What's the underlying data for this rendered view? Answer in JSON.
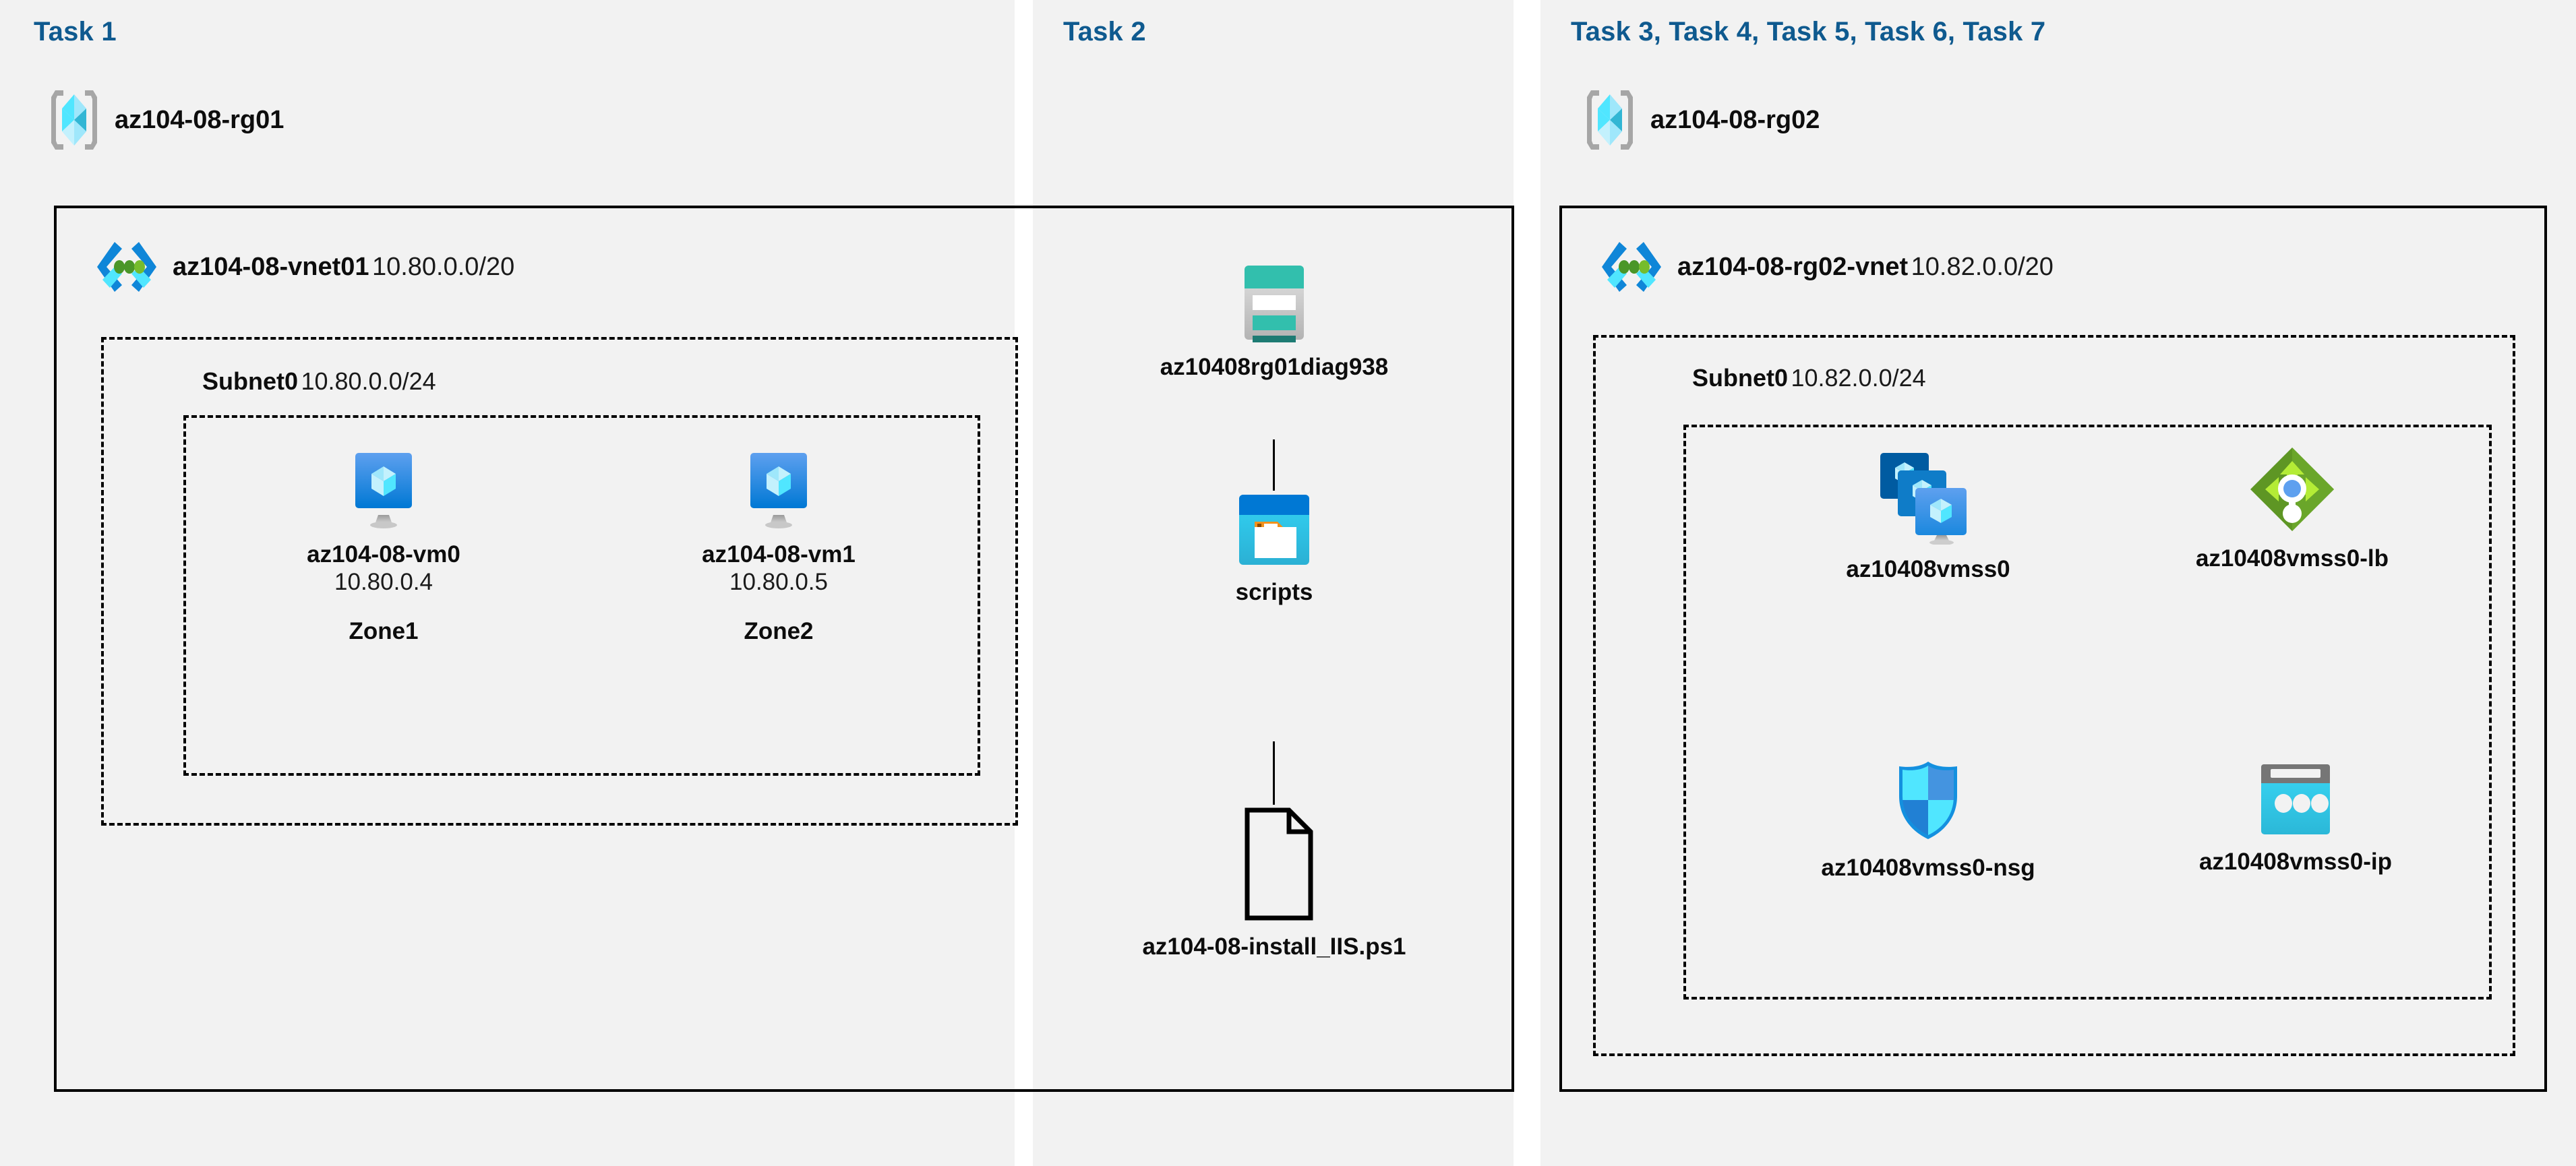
{
  "columns": [
    {
      "id": "task1",
      "title": "Task 1"
    },
    {
      "id": "task2",
      "title": "Task 2"
    },
    {
      "id": "task3",
      "title": "Task 3, Task 4, Task 5, Task 6, Task 7"
    }
  ],
  "task1": {
    "resource_group": {
      "name": "az104-08-rg01",
      "icon": "resource-group-icon"
    },
    "vnet": {
      "name": "az104-08-vnet01",
      "cidr": "10.80.0.0/20",
      "icon": "virtual-network-icon"
    },
    "subnet": {
      "name": "Subnet0",
      "cidr": "10.80.0.0/24"
    },
    "vms": [
      {
        "name": "az104-08-vm0",
        "ip": "10.80.0.4",
        "zone": "Zone1",
        "icon": "virtual-machine-icon"
      },
      {
        "name": "az104-08-vm1",
        "ip": "10.80.0.5",
        "zone": "Zone2",
        "icon": "virtual-machine-icon"
      }
    ]
  },
  "task2": {
    "storage_account": {
      "name": "az10408rg01diag938",
      "icon": "storage-account-icon"
    },
    "container": {
      "name": "scripts",
      "icon": "blob-container-icon"
    },
    "file": {
      "name": "az104-08-install_IIS.ps1",
      "icon": "file-icon"
    }
  },
  "task3": {
    "resource_group": {
      "name": "az104-08-rg02",
      "icon": "resource-group-icon"
    },
    "vnet": {
      "name": "az104-08-rg02-vnet",
      "cidr": "10.82.0.0/20",
      "icon": "virtual-network-icon"
    },
    "subnet": {
      "name": "Subnet0",
      "cidr": "10.82.0.0/24"
    },
    "resources": [
      {
        "name": "az10408vmss0",
        "icon": "vm-scale-set-icon"
      },
      {
        "name": "az10408vmss0-lb",
        "icon": "load-balancer-icon"
      },
      {
        "name": "az10408vmss0-nsg",
        "icon": "network-security-group-icon"
      },
      {
        "name": "az10408vmss0-ip",
        "icon": "public-ip-address-icon"
      }
    ]
  },
  "colors": {
    "task_title": "#0f5a8f",
    "panel_bg": "#f2f2f2",
    "border": "#000000",
    "azure_blue": "#0078d4",
    "azure_cyan": "#50e6ff",
    "storage_teal": "#32bfad",
    "lb_green": "#7fba00",
    "nsg_blue": "#1490df"
  }
}
